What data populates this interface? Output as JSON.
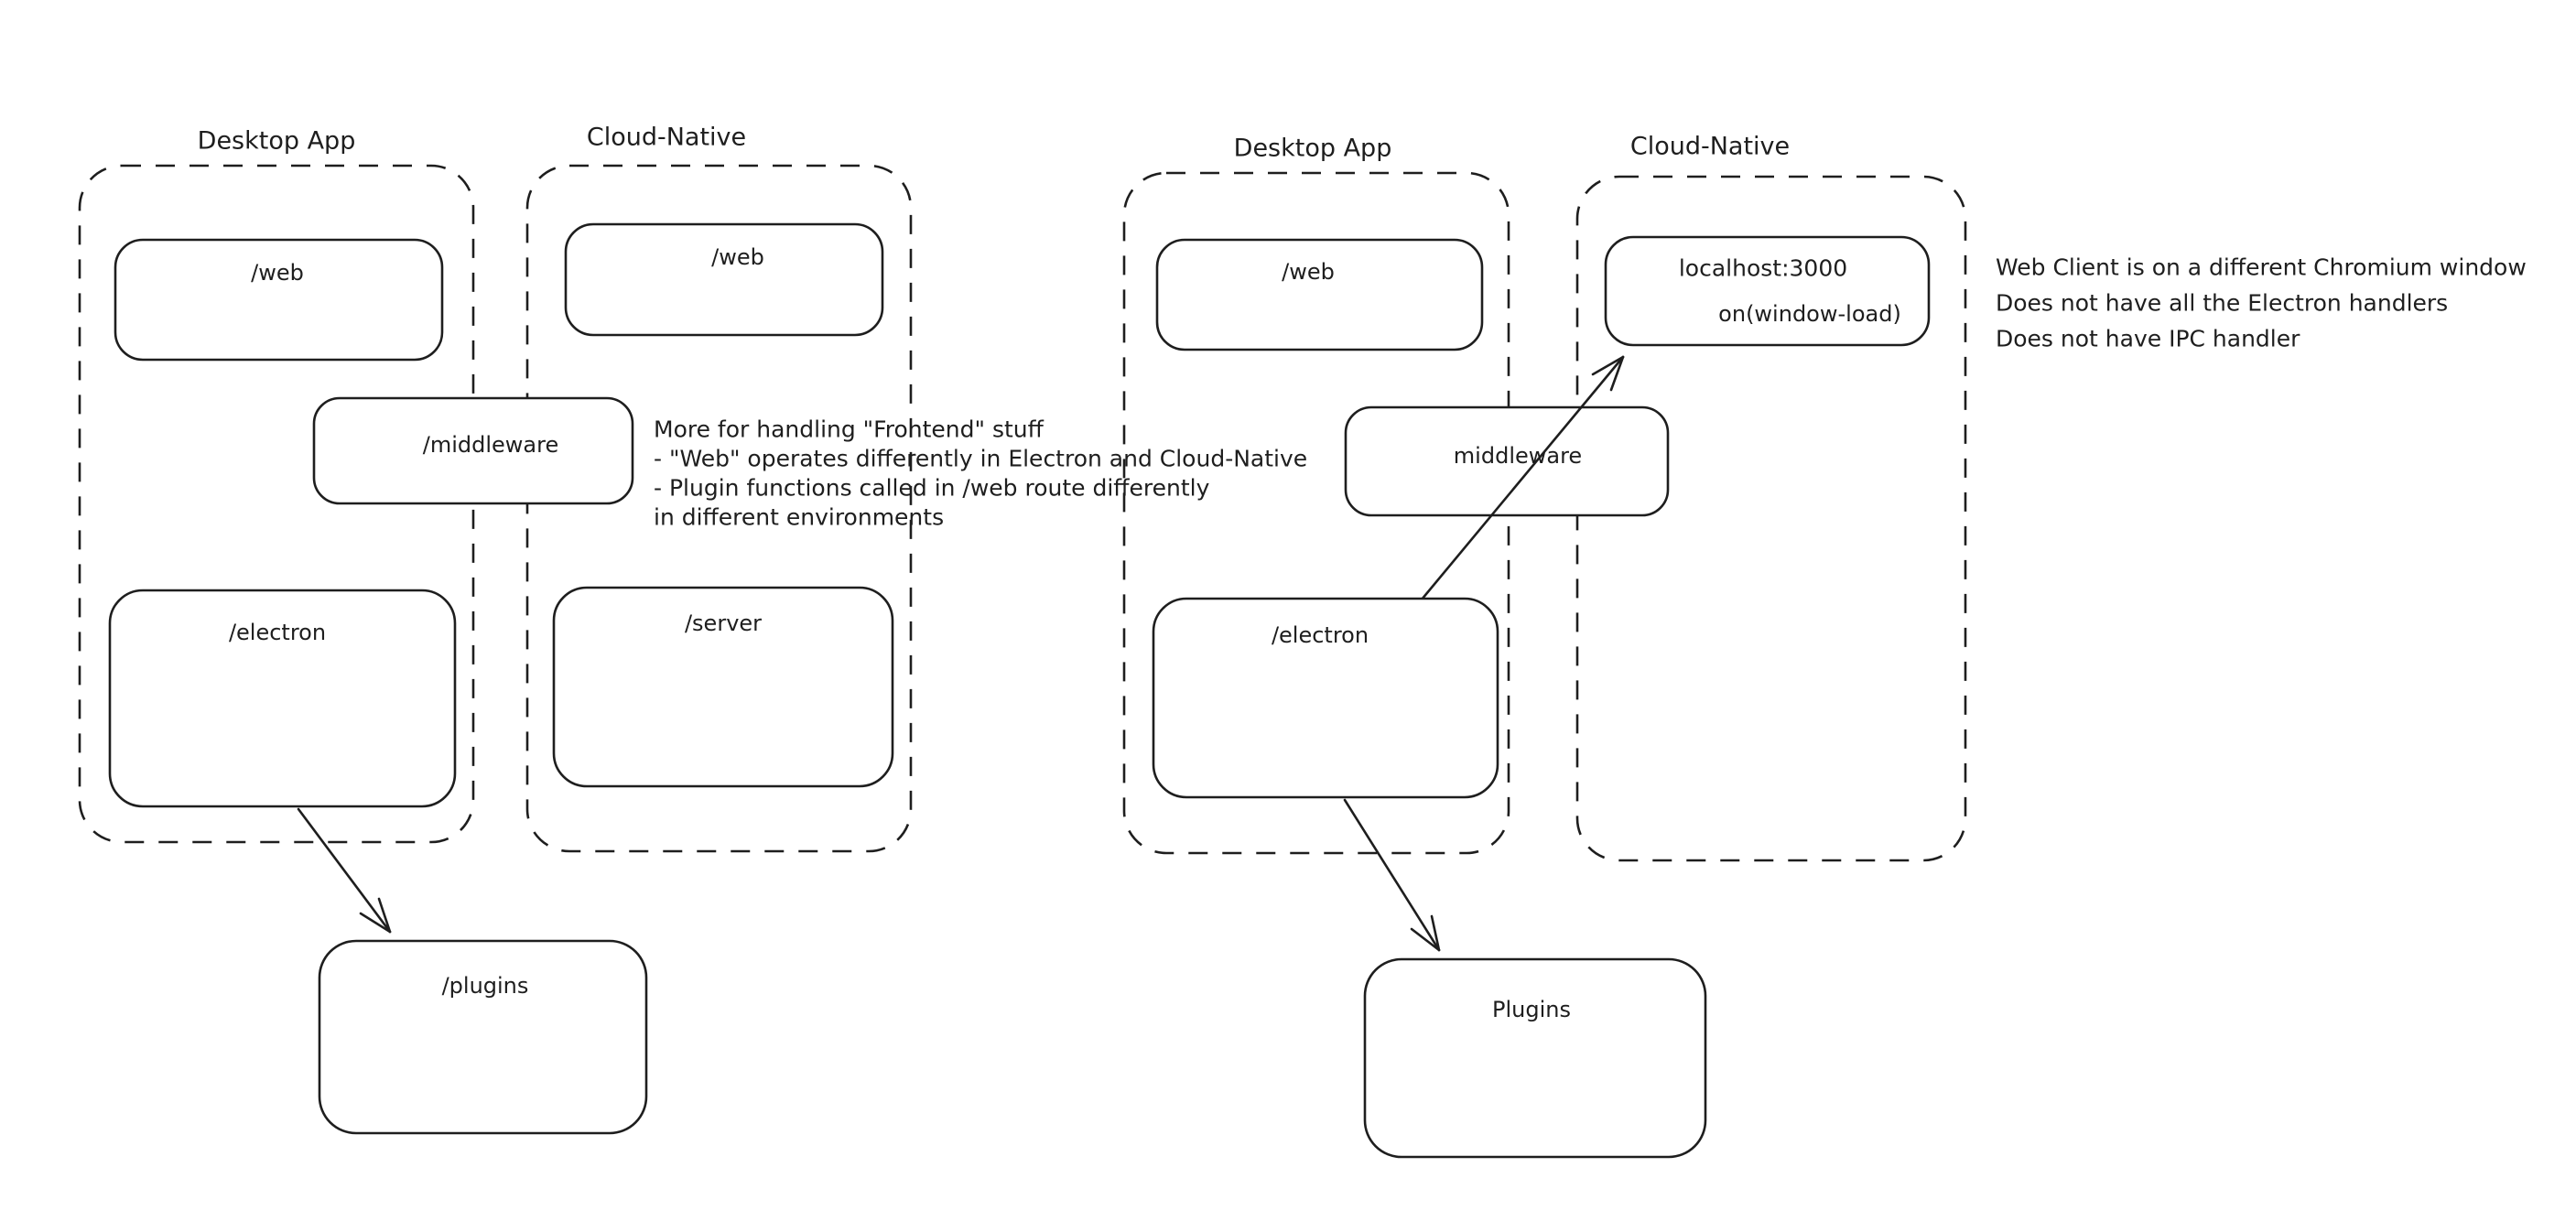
{
  "diagram": {
    "background": "#ffffff",
    "stroke_color": "#1e1e1e",
    "accent_red": "#e03131",
    "accent_green": "#2f9e44",
    "left": {
      "desktop": {
        "title": "Desktop App",
        "web": "/web",
        "electron": "/electron"
      },
      "cloud": {
        "title": "Cloud-Native",
        "web": "/web",
        "server": "/server"
      },
      "middleware": "/middleware",
      "plugins": "/plugins",
      "note_lines": [
        "More for handling \"Frontend\" stuff",
        "- \"Web\" operates differently in Electron and Cloud-Native",
        "- Plugin functions called in /web route differently",
        "in different environments"
      ]
    },
    "right": {
      "desktop": {
        "title": "Desktop App",
        "web": "/web",
        "electron": "/electron"
      },
      "cloud": {
        "title": "Cloud-Native",
        "localhost": "localhost:3000",
        "window_load": "on(window-load)"
      },
      "middleware": "middleware",
      "plugins": "Plugins",
      "note_lines": [
        "Web Client is on a different Chromium window",
        "Does not have all the Electron handlers",
        "Does not have IPC handler"
      ]
    }
  }
}
